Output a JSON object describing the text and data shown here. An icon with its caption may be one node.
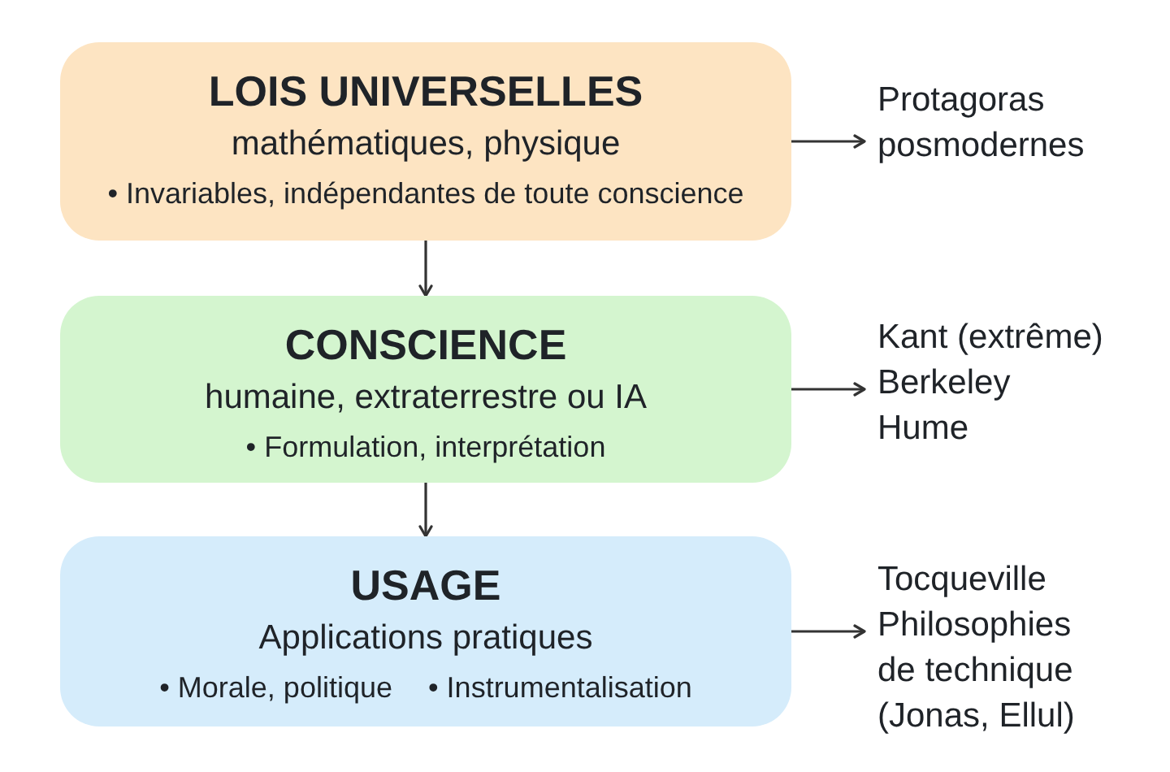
{
  "diagram": {
    "nodes": [
      {
        "text": [
          "LOIS UNIVERSELLES",
          "mathématiques, physique",
          "• Invariables, indépendantes de toute conscience"
        ]
      },
      {
        "text": [
          "Protagoras",
          "posmodernes"
        ]
      },
      {
        "text": [
          "CONSCIENCE",
          "humaine, extraterrestre ou IA",
          "• Formulation, interprétation"
        ]
      },
      {
        "text": [
          "Kant (extrême)",
          "Berkeley",
          "Hume"
        ]
      },
      {
        "text": [
          "USAGE",
          "Applications pratiques",
          "• Morale, politique",
          "• Instrumentalisation"
        ]
      },
      {
        "text": [
          "Tocqueville",
          "Philosophies de technique (Jonas, Ellul)"
        ]
      }
    ],
    "edges": [
      {
        "from": 0,
        "to": 1,
        "arrow": "to"
      },
      {
        "from": 0,
        "to": 2,
        "arrow": "to"
      },
      {
        "from": 2,
        "to": 3,
        "arrow": "to"
      },
      {
        "from": 2,
        "to": 4,
        "arrow": "to"
      },
      {
        "from": 4,
        "to": 5,
        "arrow": "to"
      }
    ]
  }
}
